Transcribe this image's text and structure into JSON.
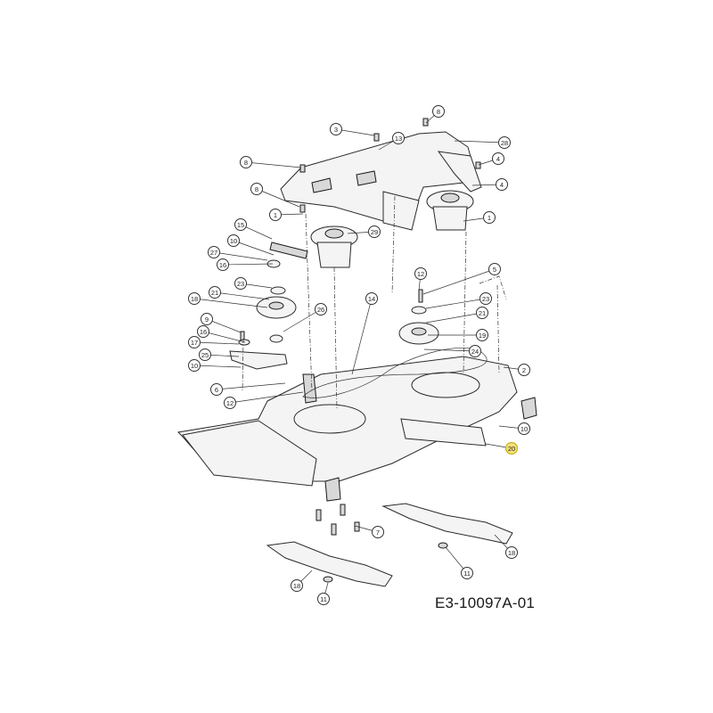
{
  "drawing": {
    "code": "E3-10097A-01",
    "highlight_color": "#f2e07a"
  },
  "callouts": [
    {
      "label": "8"
    },
    {
      "label": "3"
    },
    {
      "label": "13"
    },
    {
      "label": "28"
    },
    {
      "label": "8"
    },
    {
      "label": "4"
    },
    {
      "label": "4"
    },
    {
      "label": "8"
    },
    {
      "label": "1"
    },
    {
      "label": "1"
    },
    {
      "label": "29"
    },
    {
      "label": "15"
    },
    {
      "label": "10"
    },
    {
      "label": "27"
    },
    {
      "label": "16"
    },
    {
      "label": "23"
    },
    {
      "label": "12"
    },
    {
      "label": "5"
    },
    {
      "label": "14"
    },
    {
      "label": "23"
    },
    {
      "label": "18"
    },
    {
      "label": "21"
    },
    {
      "label": "26"
    },
    {
      "label": "21"
    },
    {
      "label": "9"
    },
    {
      "label": "16"
    },
    {
      "label": "19"
    },
    {
      "label": "17"
    },
    {
      "label": "24"
    },
    {
      "label": "25"
    },
    {
      "label": "10"
    },
    {
      "label": "2"
    },
    {
      "label": "6"
    },
    {
      "label": "12"
    },
    {
      "label": "10"
    },
    {
      "label": "20"
    },
    {
      "label": "7"
    },
    {
      "label": "18"
    },
    {
      "label": "11"
    },
    {
      "label": "18"
    },
    {
      "label": "11"
    }
  ]
}
